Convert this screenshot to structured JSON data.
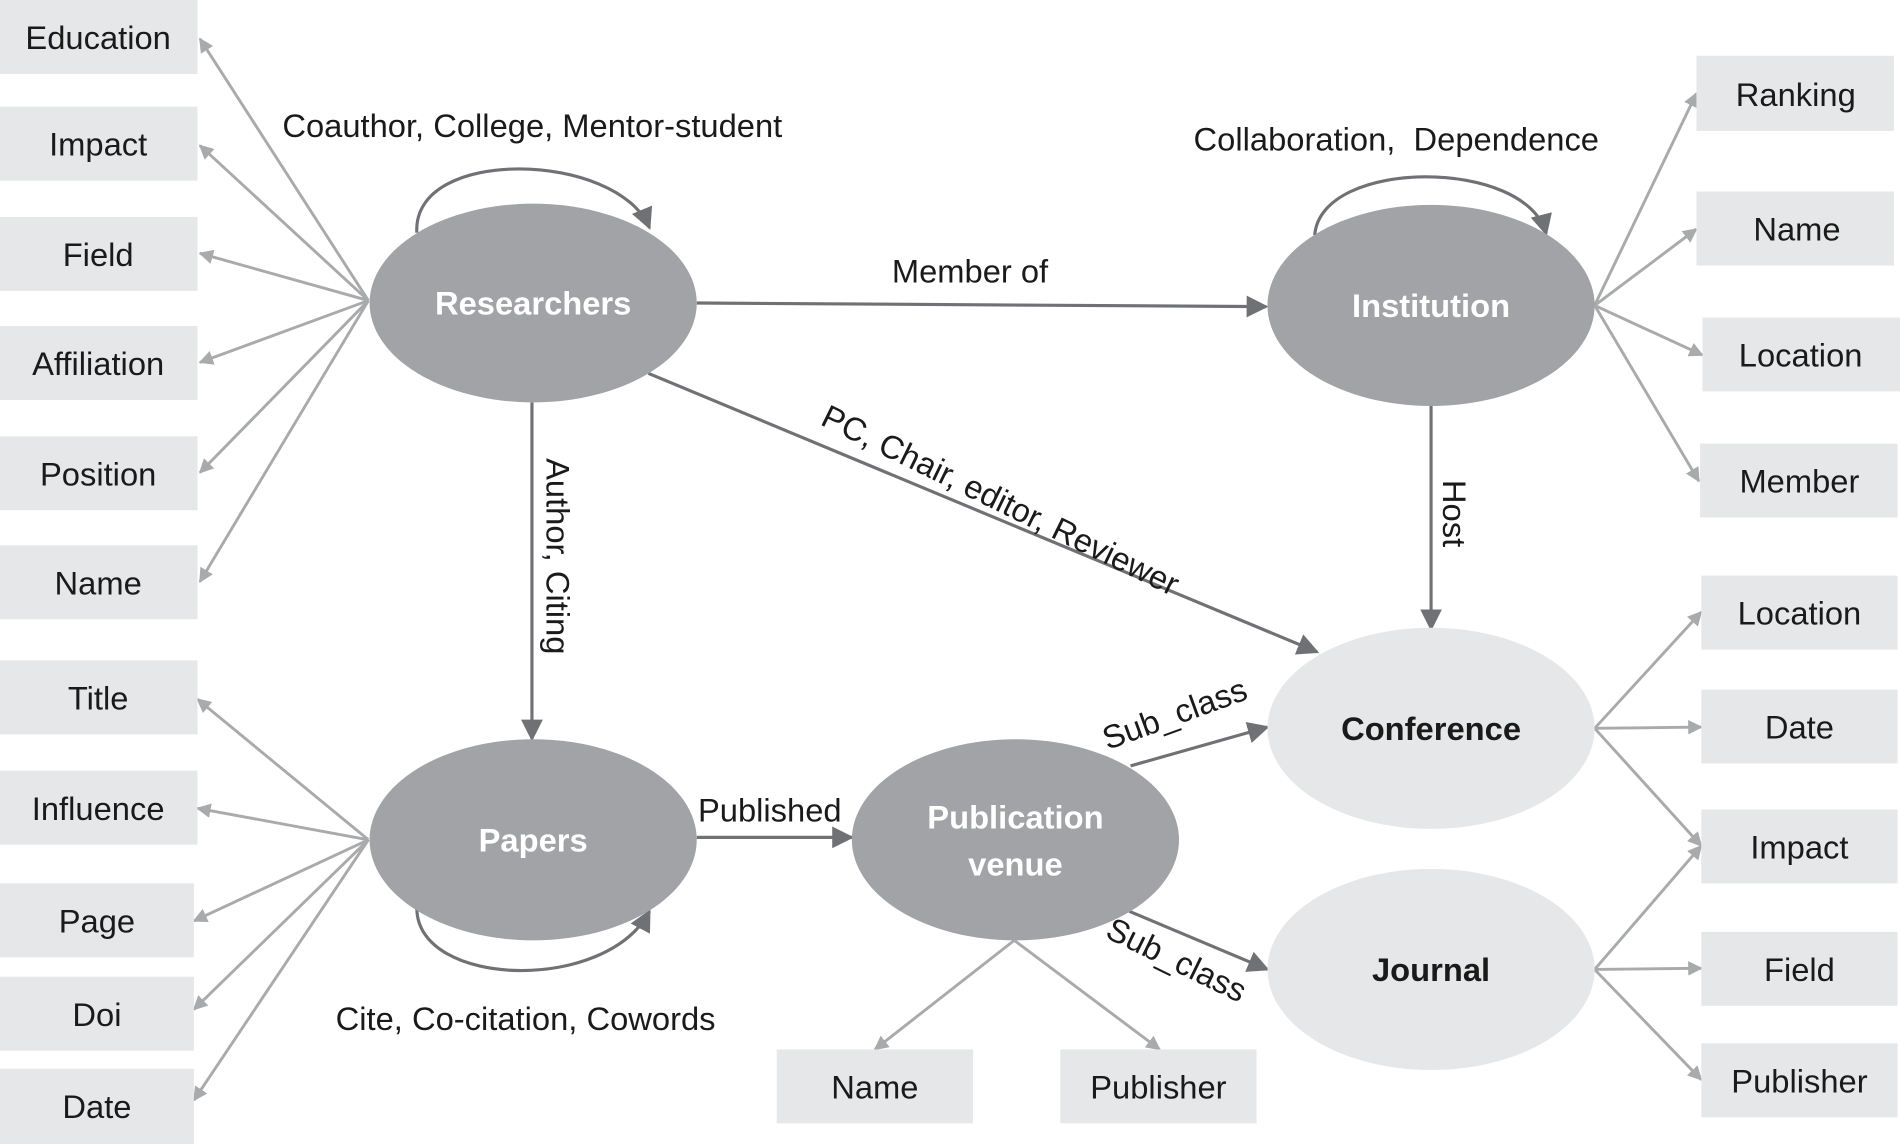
{
  "nodes": {
    "researchers": {
      "label": "Researchers"
    },
    "institution": {
      "label": "Institution"
    },
    "papers": {
      "label": "Papers"
    },
    "venue": {
      "label_line1": "Publication",
      "label_line2": "venue"
    },
    "conference": {
      "label": "Conference"
    },
    "journal": {
      "label": "Journal"
    }
  },
  "attributes": {
    "researchers": [
      "Education",
      "Impact",
      "Field",
      "Affiliation",
      "Position",
      "Name"
    ],
    "papers": [
      "Title",
      "Influence",
      "Page",
      "Doi",
      "Date"
    ],
    "institution": [
      "Ranking",
      "Name",
      "Location",
      "Member"
    ],
    "venue": [
      "Name",
      "Publisher"
    ],
    "conference_journal": [
      "Location",
      "Date",
      "Impact",
      "Field",
      "Publisher"
    ]
  },
  "edges": {
    "researchers_self": "Coauthor, College, Mentor-student",
    "institution_self": "Collaboration,  Dependence",
    "member_of": "Member of",
    "author_citing": "Author, Citing",
    "pc_chair": "PC, Chair, editor, Reviewer",
    "host": "Host",
    "published": "Published",
    "sub_class_conference": "Sub_class",
    "sub_class_journal": "Sub_class",
    "papers_self": "Cite, Co-citation, Cowords"
  },
  "colors": {
    "entity_dark": "#a2a3a6",
    "entity_light": "#e6e7e8",
    "attribute_box": "#e6e7e8",
    "relation_edge": "#707174",
    "attribute_edge": "#a9aaac"
  }
}
